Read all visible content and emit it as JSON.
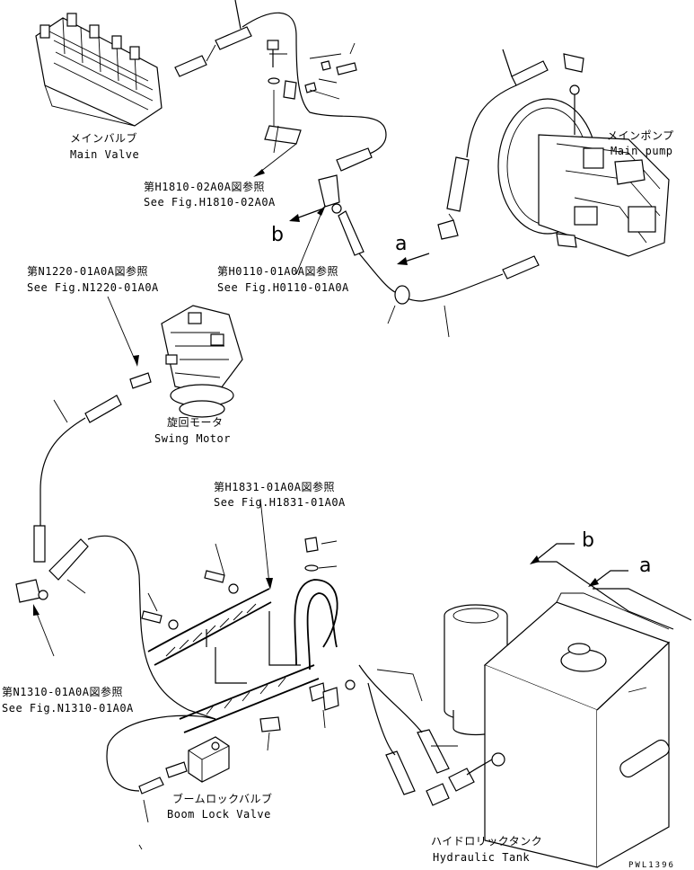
{
  "labels": {
    "main_valve_jp": "メインバルブ",
    "main_valve_en": "Main Valve",
    "main_pump_jp": "メインポンプ",
    "main_pump_en": "Main pump",
    "swing_motor_jp": "旋回モータ",
    "swing_motor_en": "Swing Motor",
    "boom_lock_valve_jp": "ブームロックバルブ",
    "boom_lock_valve_en": "Boom Lock Valve",
    "hydraulic_tank_jp": "ハイドロリックタンク",
    "hydraulic_tank_en": "Hydraulic Tank"
  },
  "references": {
    "h1810_jp": "第H1810-02A0A図参照",
    "h1810_en": "See Fig.H1810-02A0A",
    "h0110_jp": "第H0110-01A0A図参照",
    "h0110_en": "See Fig.H0110-01A0A",
    "n1220_jp": "第N1220-01A0A図参照",
    "n1220_en": "See Fig.N1220-01A0A",
    "h1831_jp": "第H1831-01A0A図参照",
    "h1831_en": "See Fig.H1831-01A0A",
    "n1310_jp": "第N1310-01A0A図参照",
    "n1310_en": "See Fig.N1310-01A0A"
  },
  "markers": {
    "b_left": "b",
    "a_mid": "a",
    "b_right": "b",
    "a_right": "a"
  },
  "drawing_number": "PWL1396"
}
